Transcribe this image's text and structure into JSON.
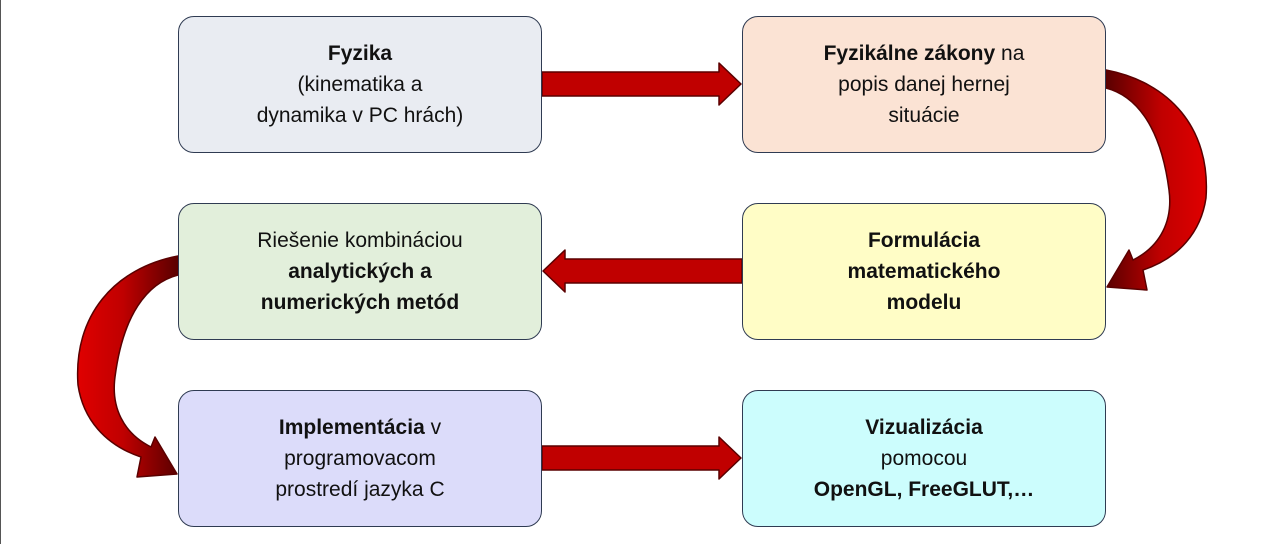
{
  "diagram": {
    "fyzika": {
      "title": "Fyzika",
      "line2": "(kinematika a",
      "line3": "dynamika v PC hrách)"
    },
    "zakony": {
      "title": "Fyzikálne zákony",
      "title_suffix": " na",
      "line2": "popis danej hernej",
      "line3": "situácie"
    },
    "formulacia": {
      "line1": "Formulácia",
      "line2": "matematického",
      "line3": "modelu"
    },
    "riesenie": {
      "line1": "Riešenie kombináciou",
      "line2": "analytických a",
      "line3": "numerických metód"
    },
    "implementacia": {
      "title": "Implementácia",
      "title_suffix": " v",
      "line2": "programovacom",
      "line3": "prostredí jazyka C"
    },
    "vizualizacia": {
      "line1": "Vizualizácia",
      "line2": "pomocou",
      "line3": "OpenGL, FreeGLUT,…"
    }
  },
  "colors": {
    "arrow_fill": "#c00000",
    "arrow_stroke": "#5a0000",
    "box_border": "#2f3b52",
    "fyzika_bg": "#e9ecf2",
    "zakony_bg": "#fbe3d4",
    "formulacia_bg": "#fffdc6",
    "riesenie_bg": "#e2efdb",
    "implementacia_bg": "#dcdcfa",
    "vizualizacia_bg": "#ccfdfd"
  }
}
